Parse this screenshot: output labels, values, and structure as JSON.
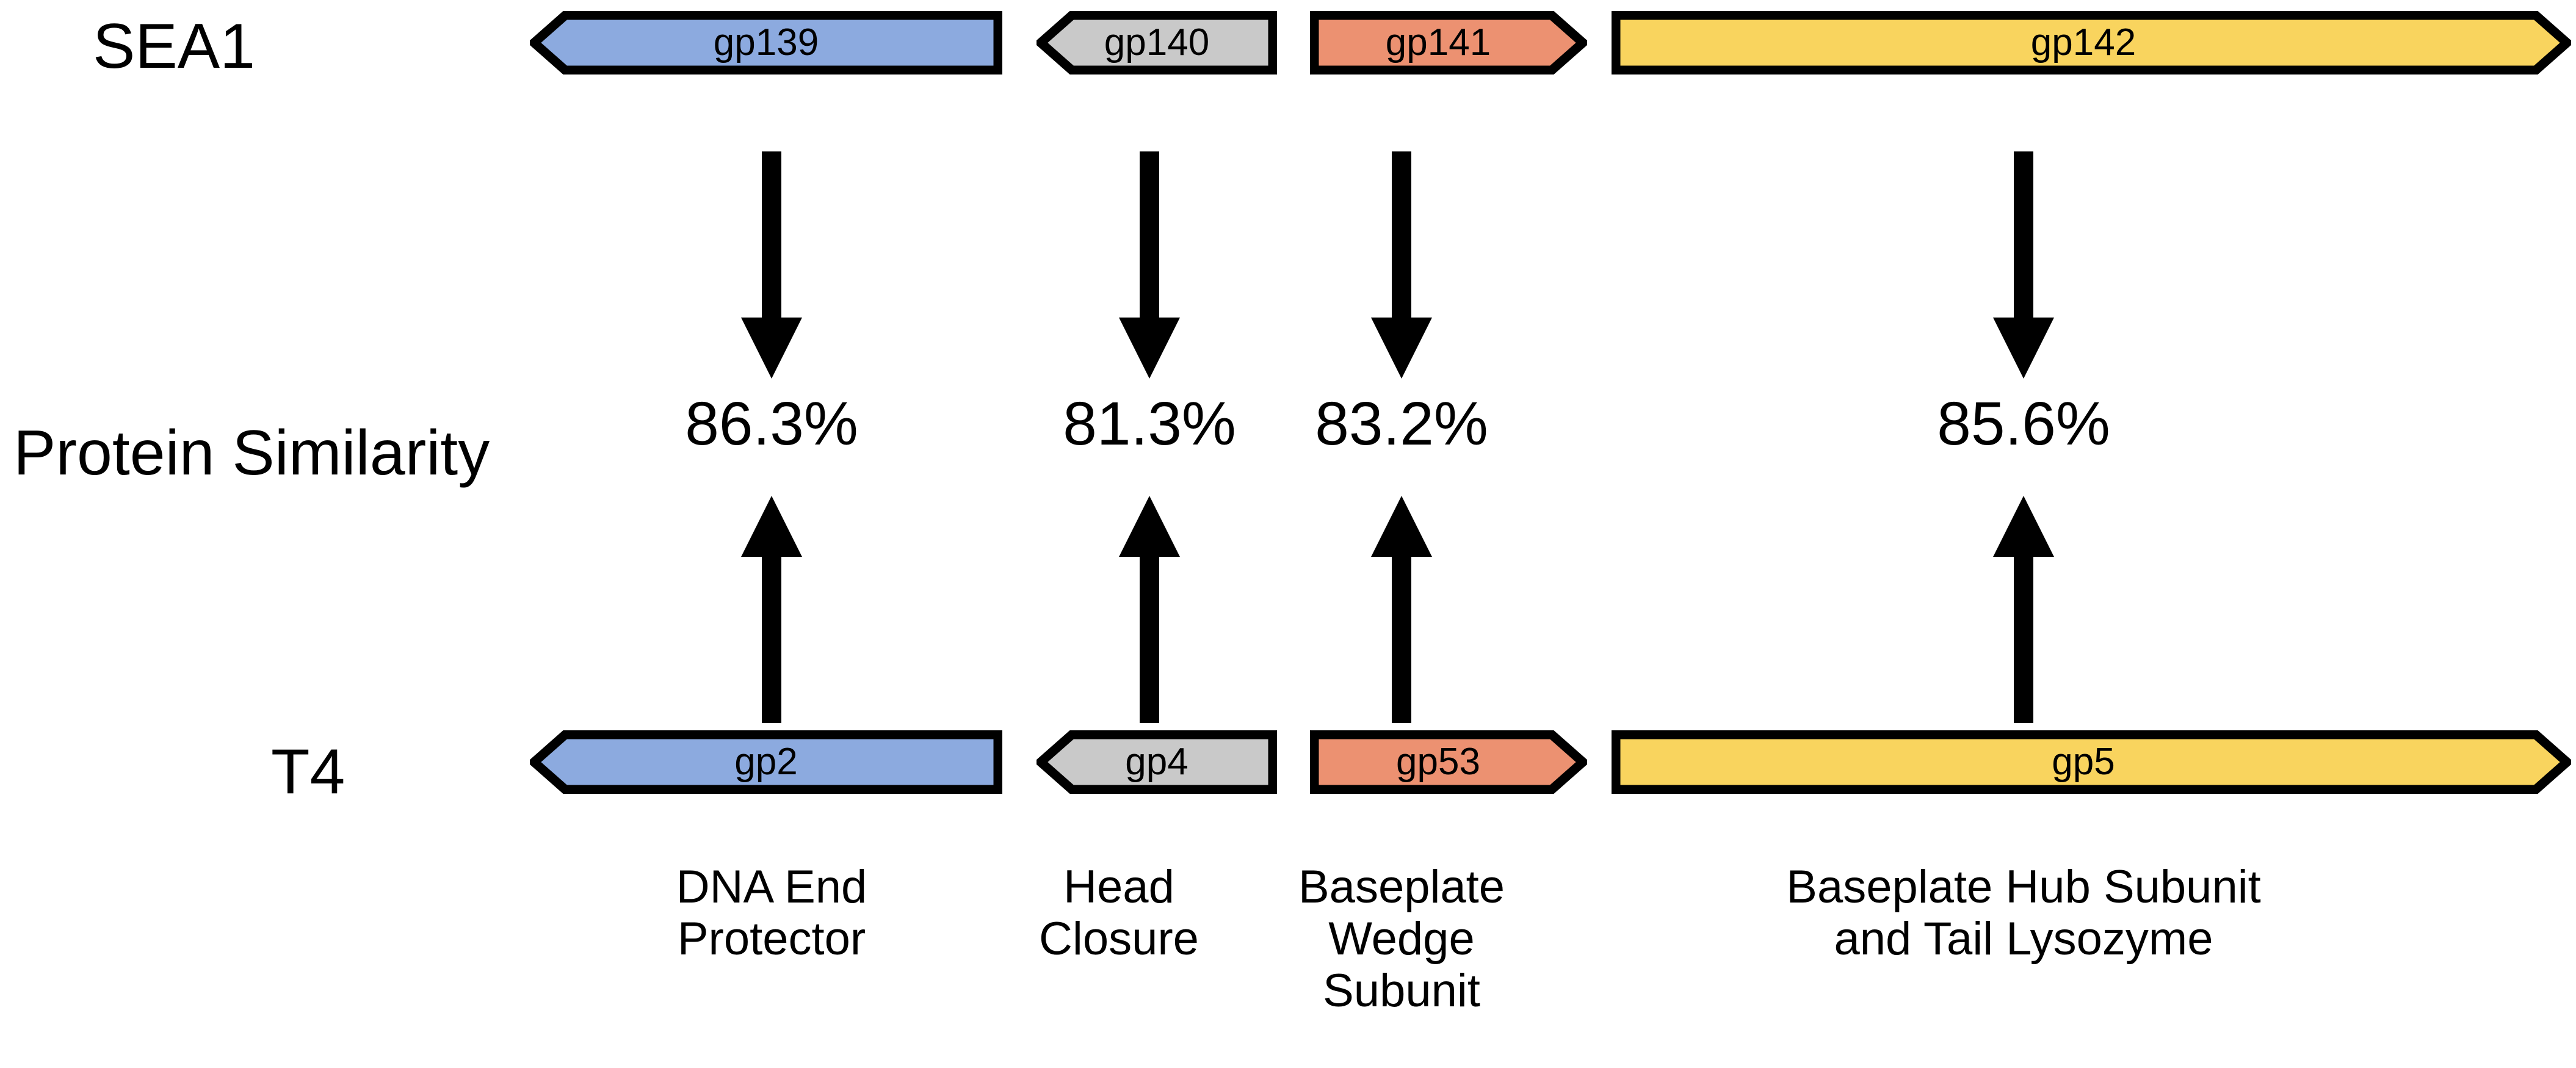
{
  "figure": {
    "title": "",
    "background": "#ffffff",
    "stroke_color": "#000000"
  },
  "rows": {
    "top_label": "SEA1",
    "middle_label": "Protein Similarity",
    "bottom_label": "T4"
  },
  "colors": {
    "blue": "#8CAADF",
    "gray": "#C9C9C9",
    "salmon": "#EC9171",
    "yellow": "#F9D45E",
    "outline": "#000000"
  },
  "chart_data": {
    "type": "diagram",
    "title": "SEA1 vs T4 gene synteny and protein similarity",
    "comparisons": [
      {
        "sea1_gene": "gp139",
        "t4_gene": "gp2",
        "similarity": "86.3%",
        "similarity_value": 86.3,
        "function": "DNA End Protector",
        "color": "#8CAADF",
        "direction": "left"
      },
      {
        "sea1_gene": "gp140",
        "t4_gene": "gp4",
        "similarity": "81.3%",
        "similarity_value": 81.3,
        "function": "Head Closure",
        "color": "#C9C9C9",
        "direction": "left"
      },
      {
        "sea1_gene": "gp141",
        "t4_gene": "gp53",
        "similarity": "83.2%",
        "similarity_value": 83.2,
        "function": "Baseplate Wedge Subunit",
        "color": "#EC9171",
        "direction": "right"
      },
      {
        "sea1_gene": "gp142",
        "t4_gene": "gp5",
        "similarity": "85.6%",
        "similarity_value": 85.6,
        "function": "Baseplate Hub Subunit and Tail Lysozyme",
        "color": "#F9D45E",
        "direction": "right"
      }
    ]
  },
  "sea1_genes": [
    {
      "label": "gp139",
      "color": "#8CAADF",
      "direction": "left"
    },
    {
      "label": "gp140",
      "color": "#C9C9C9",
      "direction": "left"
    },
    {
      "label": "gp141",
      "color": "#EC9171",
      "direction": "right"
    },
    {
      "label": "gp142",
      "color": "#F9D45E",
      "direction": "right"
    }
  ],
  "t4_genes": [
    {
      "label": "gp2",
      "color": "#8CAADF",
      "direction": "left"
    },
    {
      "label": "gp4",
      "color": "#C9C9C9",
      "direction": "left"
    },
    {
      "label": "gp53",
      "color": "#EC9171",
      "direction": "right"
    },
    {
      "label": "gp5",
      "color": "#F9D45E",
      "direction": "right"
    }
  ],
  "similarities": [
    {
      "value": "86.3%"
    },
    {
      "value": "81.3%"
    },
    {
      "value": "83.2%"
    },
    {
      "value": "85.6%"
    }
  ],
  "functions": [
    {
      "lines": [
        "DNA End",
        "Protector"
      ]
    },
    {
      "lines": [
        "Head",
        "Closure"
      ]
    },
    {
      "lines": [
        "Baseplate",
        "Wedge",
        "Subunit"
      ]
    },
    {
      "lines": [
        "Baseplate Hub Subunit",
        "and Tail Lysozyme"
      ]
    }
  ]
}
